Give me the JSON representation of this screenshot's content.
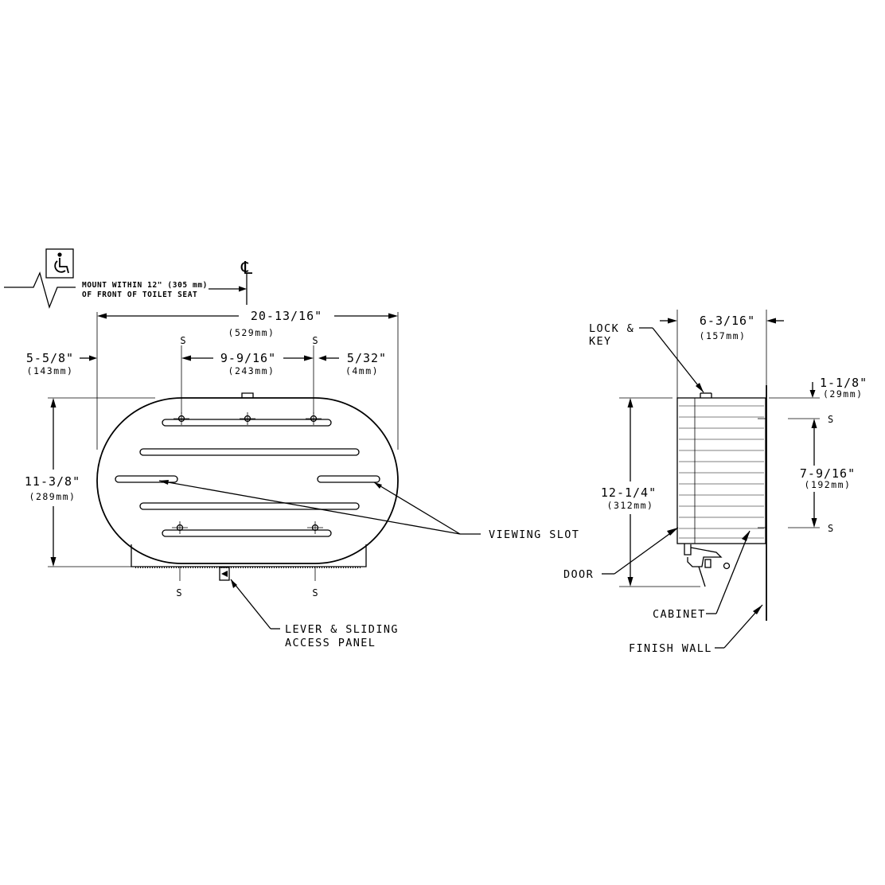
{
  "ada_note": {
    "icon": "wheelchair-accessible-icon",
    "line1": "MOUNT WITHIN 12\" (305 mm)",
    "line2": "OF FRONT OF TOILET SEAT",
    "centerline_symbol": "℄"
  },
  "front_view": {
    "overall_width": {
      "imperial": "20-13/16\"",
      "metric": "(529mm)"
    },
    "side_offset": {
      "imperial": "5-5/8\"",
      "metric": "(143mm)"
    },
    "screw_spacing": {
      "imperial": "9-9/16\"",
      "metric": "(243mm)"
    },
    "right_offset": {
      "imperial": "5/32\"",
      "metric": "(4mm)"
    },
    "height": {
      "imperial": "11-3/8\"",
      "metric": "(289mm)"
    },
    "screw_mark": "S",
    "callouts": {
      "viewing_slot": "VIEWING SLOT",
      "lever_line1": "LEVER & SLIDING",
      "lever_line2": "ACCESS PANEL"
    }
  },
  "side_view": {
    "depth": {
      "imperial": "6-3/16\"",
      "metric": "(157mm)"
    },
    "top_offset": {
      "imperial": "1-1/8\"",
      "metric": "(29mm)"
    },
    "screw_vertical": {
      "imperial": "7-9/16\"",
      "metric": "(192mm)"
    },
    "height": {
      "imperial": "12-1/4\"",
      "metric": "(312mm)"
    },
    "screw_mark": "S",
    "callouts": {
      "lock_line1": "LOCK &",
      "lock_line2": "KEY",
      "door": "DOOR",
      "cabinet": "CABINET",
      "finish_wall": "FINISH WALL"
    }
  }
}
